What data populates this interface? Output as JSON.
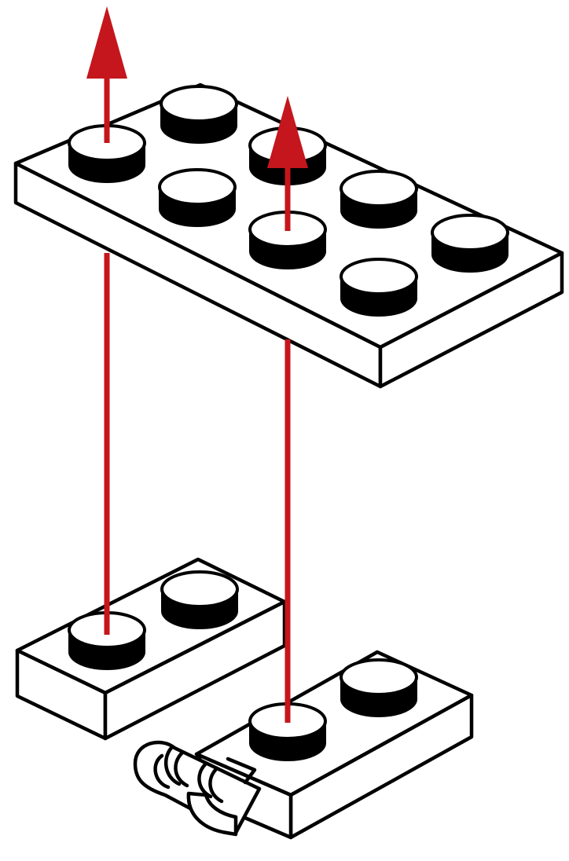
{
  "diagram": {
    "kind": "assembly-instruction",
    "description_parts": [
      "2x4-plate",
      "1x2-plate",
      "1x2-plate-with-clip"
    ],
    "colors": {
      "outline": "#000000",
      "fill": "#ffffff",
      "arrow": "#c4161c"
    },
    "arrows": [
      {
        "name": "left-arrow",
        "direction": "up"
      },
      {
        "name": "right-arrow",
        "direction": "up"
      }
    ]
  }
}
